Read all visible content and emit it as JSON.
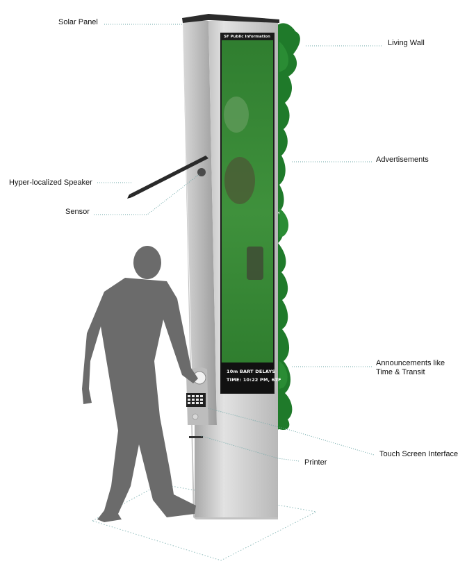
{
  "labels": {
    "solar_panel": "Solar Panel",
    "living_wall": "Living Wall",
    "advertisements": "Advertisements",
    "speaker": "Hyper-localized Speaker",
    "sensor": "Sensor",
    "announcements_line1": "Announcements like",
    "announcements_line2": "Time & Transit",
    "touch_screen": "Touch Screen Interface",
    "printer": "Printer"
  },
  "kiosk_screen": {
    "header": "SF Public Information",
    "line1": "10m BART DELAYS",
    "line2": "TIME: 10:22 PM, 67F"
  },
  "colors": {
    "greenery": "#1f7a2a",
    "screen_green": "#3a8a3a",
    "pillar": "#c9c9c9",
    "silhouette": "#6b6b6b",
    "leader_line": "#6aa6a6"
  }
}
